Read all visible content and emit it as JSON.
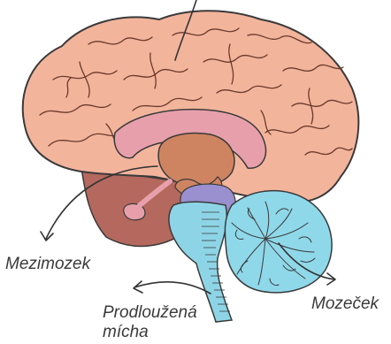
{
  "labels": {
    "mezimozek": "Mezimozek",
    "mozecek": "Mozeček",
    "prodlouzena_line1": "Prodloužená",
    "prodlouzena_line2": "mícha"
  },
  "colors": {
    "cerebrum": "#f3b49c",
    "cerebrum_outline": "#3a3a3a",
    "brainstem_bg": "#b4685e",
    "corpus_callosum": "#e7a0ab",
    "thalamus": "#cf8461",
    "pons_purple": "#9a8fcf",
    "brainstem_blue": "#8dd5e6",
    "cerebellum_blue": "#8fd8ea",
    "arrow": "#333333"
  }
}
